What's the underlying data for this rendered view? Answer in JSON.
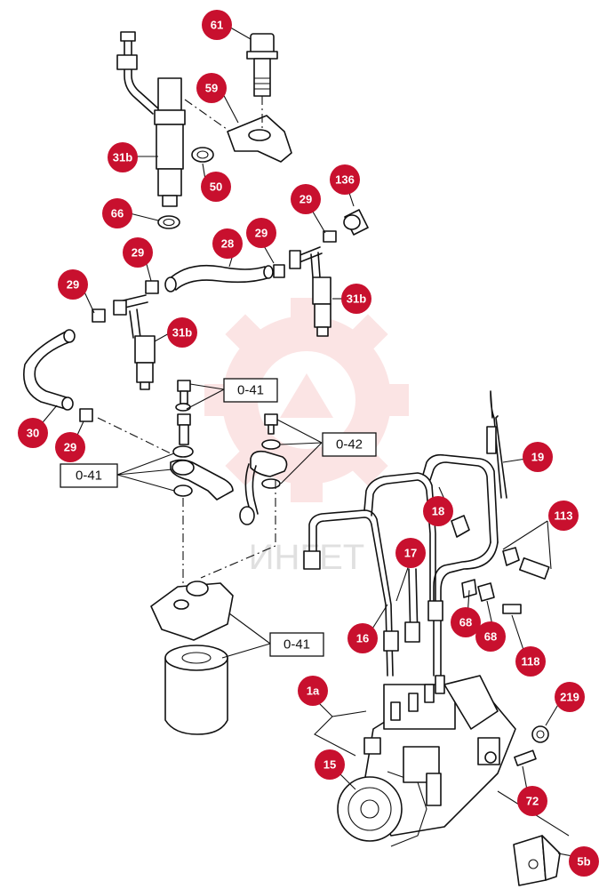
{
  "watermark": {
    "text": "ИНГЕТ",
    "color": "#f4c2c2"
  },
  "callout_color": "#c8102e",
  "callouts": [
    {
      "id": "c61",
      "label": "61"
    },
    {
      "id": "c59",
      "label": "59"
    },
    {
      "id": "c31b_a",
      "label": "31b"
    },
    {
      "id": "c50",
      "label": "50"
    },
    {
      "id": "c66",
      "label": "66"
    },
    {
      "id": "c136",
      "label": "136"
    },
    {
      "id": "c29_a",
      "label": "29"
    },
    {
      "id": "c28",
      "label": "28"
    },
    {
      "id": "c29_b",
      "label": "29"
    },
    {
      "id": "c29_c",
      "label": "29"
    },
    {
      "id": "c31b_b",
      "label": "31b"
    },
    {
      "id": "c29_d",
      "label": "29"
    },
    {
      "id": "c31b_c",
      "label": "31b"
    },
    {
      "id": "c30",
      "label": "30"
    },
    {
      "id": "c29_e",
      "label": "29"
    },
    {
      "id": "c19",
      "label": "19"
    },
    {
      "id": "c18",
      "label": "18"
    },
    {
      "id": "c113",
      "label": "113"
    },
    {
      "id": "c17",
      "label": "17"
    },
    {
      "id": "c16",
      "label": "16"
    },
    {
      "id": "c68_a",
      "label": "68"
    },
    {
      "id": "c68_b",
      "label": "68"
    },
    {
      "id": "c118",
      "label": "118"
    },
    {
      "id": "c219",
      "label": "219"
    },
    {
      "id": "c1a",
      "label": "1a"
    },
    {
      "id": "c15",
      "label": "15"
    },
    {
      "id": "c72",
      "label": "72"
    },
    {
      "id": "c5b",
      "label": "5b"
    }
  ],
  "references": [
    {
      "id": "r041_a",
      "label": "0-41"
    },
    {
      "id": "r042",
      "label": "0-42"
    },
    {
      "id": "r041_b",
      "label": "0-41"
    },
    {
      "id": "r041_c",
      "label": "0-41"
    }
  ]
}
